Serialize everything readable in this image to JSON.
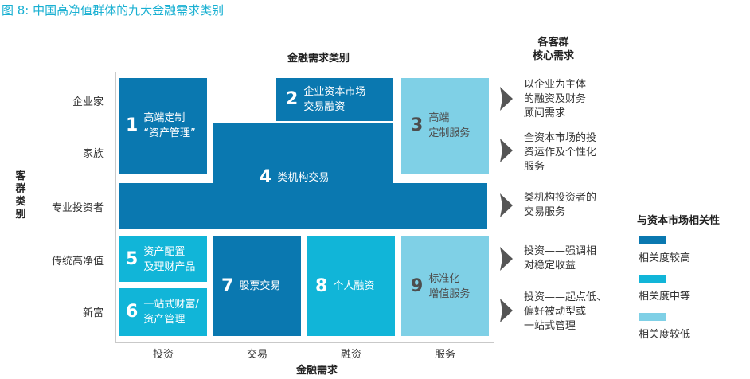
{
  "figure_title": "图 8: 中国高净值群体的九大金融需求类别",
  "headings": {
    "top": "金融需求类别",
    "bottom": "金融需求",
    "right_line1": "各客群",
    "right_line2": "核心需求",
    "side": "客群类别"
  },
  "rows": [
    "企业家",
    "家族",
    "专业投资者",
    "传统高净值",
    "新富"
  ],
  "columns": [
    "投资",
    "交易",
    "融资",
    "服务"
  ],
  "boxes": [
    {
      "num": "1",
      "text": "高端定制\n“资产管理”",
      "level": "high"
    },
    {
      "num": "2",
      "text": "企业资本市场\n交易融资",
      "level": "high"
    },
    {
      "num": "3",
      "text": "高端\n定制服务",
      "level": "low"
    },
    {
      "num": "4",
      "text": "类机构交易",
      "level": "high"
    },
    {
      "num": "5",
      "text": "资产配置\n及理财产品",
      "level": "mid"
    },
    {
      "num": "6",
      "text": "一站式财富/\n资产管理",
      "level": "mid"
    },
    {
      "num": "7",
      "text": "股票交易",
      "level": "high"
    },
    {
      "num": "8",
      "text": "个人融资",
      "level": "mid"
    },
    {
      "num": "9",
      "text": "标准化\n增值服务",
      "level": "low"
    }
  ],
  "needs": [
    "以企业为主体\n的融资及财务\n顾问需求",
    "全资本市场的投\n资运作及个性化\n服务",
    "类机构投资者的\n交易服务",
    "投资——强调相\n对稳定收益",
    "投资——起点低、\n偏好被动型或\n一站式管理"
  ],
  "legend": {
    "title": "与资本市场相关性",
    "items": [
      {
        "label": "相关度较高",
        "color": "#0a78b0"
      },
      {
        "label": "相关度中等",
        "color": "#11b5d8"
      },
      {
        "label": "相关度较低",
        "color": "#7fd0e6"
      }
    ]
  },
  "colors": {
    "high": "#0a78b0",
    "mid": "#11b5d8",
    "low": "#7fd0e6",
    "title": "#1ab0d2",
    "arrow": "#555555"
  }
}
